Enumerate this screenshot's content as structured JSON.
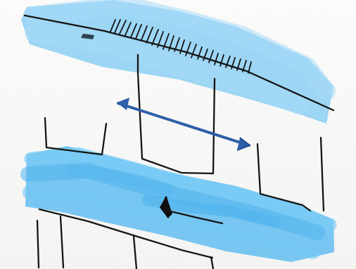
{
  "sketch": {
    "colors": {
      "paper": "#f7f7f5",
      "light_blue": "#8fd0f4",
      "mid_blue": "#62bdf0",
      "deep_blue": "#2e5fa7",
      "ink": "#151515"
    },
    "marks": [
      "upper-blue-band",
      "lower-blue-band",
      "double-headed-arrow",
      "black-cursor-arrow",
      "tick-mark-cluster"
    ]
  }
}
